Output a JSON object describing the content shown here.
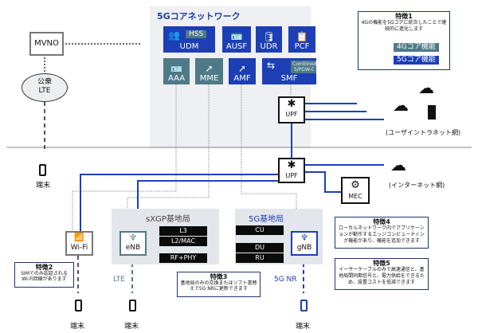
{
  "core": {
    "title": "5Gコアネットワーク",
    "functions": [
      {
        "name": "UDM",
        "badge": "HSS",
        "icon": "users-icon",
        "kind": "5g"
      },
      {
        "name": "AUSF",
        "icon": "id-card-icon",
        "kind": "5g"
      },
      {
        "name": "UDR",
        "icon": "database-icon",
        "kind": "5g"
      },
      {
        "name": "PCF",
        "icon": "checklist-icon",
        "kind": "5g"
      },
      {
        "name": "AAA",
        "icon": "id-card-icon",
        "kind": "4g"
      },
      {
        "name": "MME",
        "icon": "cursor-icon",
        "kind": "4g"
      },
      {
        "name": "AMF",
        "icon": "cursor-icon",
        "kind": "5g"
      },
      {
        "name": "SMF",
        "badge": "Combined S/PGW-C",
        "icon": "swap-arrows-icon",
        "kind": "5g"
      }
    ]
  },
  "legend": {
    "title": "特徴1",
    "text": "4Gの機能を5Gコアに統合したことで継続的に進化します",
    "items": [
      {
        "label": "4Gコア機能",
        "color": "#4e7a88"
      },
      {
        "label": "5Gコア機能",
        "color": "#1c3fb6"
      }
    ]
  },
  "mvno": {
    "label": "MVNO"
  },
  "public_lte": {
    "line1": "公衆",
    "line2": "LTE"
  },
  "upf_top": {
    "label": "UPF"
  },
  "upf_bottom": {
    "label": "UPF"
  },
  "mec": {
    "label": "MEC"
  },
  "intranet": {
    "label": "(ユーザイントラネット網)"
  },
  "internet": {
    "label": "(インターネット網)"
  },
  "terminal_label": "端末",
  "wifi": {
    "label": "Wi-Fi"
  },
  "sxgp": {
    "title": "sXGP基地局",
    "layers": [
      "L3",
      "L2/MAC",
      "RF+PHY"
    ],
    "node": "eNB",
    "link": "LTE"
  },
  "nr": {
    "title": "5G基地局",
    "layers": [
      "CU",
      "DU",
      "RU"
    ],
    "node": "gNB",
    "link": "5G NR"
  },
  "features": {
    "f2": {
      "title": "特徴2",
      "text": "SIMでのみ認証されるWi-Fi回線があります"
    },
    "f3": {
      "title": "特徴3",
      "text": "基地局のみの交換またはソフト書替えで5G NRに更新できます"
    },
    "f4": {
      "title": "特徴4",
      "text": "ローカルネットワーク内でアプリケーションが動作するエッジコンピューティング機能があり、機能を追加できます"
    },
    "f5": {
      "title": "特徴5",
      "text": "イーサーケーブルのみで高速通信と、基地局間同期信号と、電力供給をできるため、設置コストを低減できます"
    }
  },
  "colors": {
    "core_5g": "#1c3fb6",
    "core_4g": "#4e7a88",
    "link_blue": "#1c3fb6",
    "area_bg": "#eef0f3"
  }
}
